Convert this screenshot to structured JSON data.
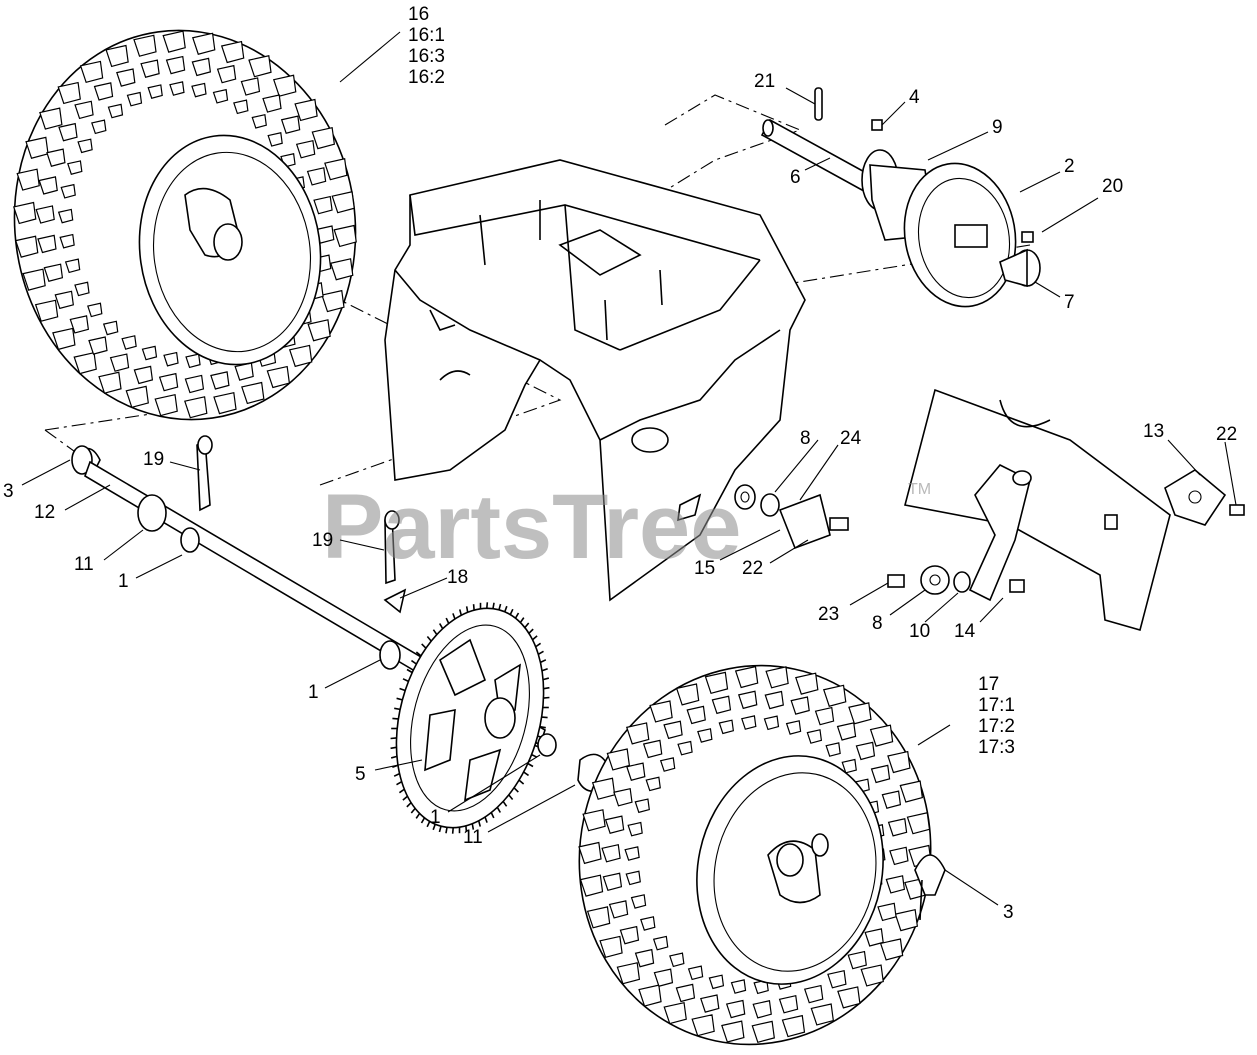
{
  "watermark": {
    "text": "PartsTree",
    "trademark": "TM"
  },
  "callouts": {
    "c16": "16",
    "c16_1": "16:1",
    "c16_3": "16:3",
    "c16_2": "16:2",
    "c21": "21",
    "c4": "4",
    "c9": "9",
    "c6": "6",
    "c2": "2",
    "c20": "20",
    "c7": "7",
    "c13": "13",
    "c22a": "22",
    "c19a": "19",
    "c3a": "3",
    "c12": "12",
    "c11a": "11",
    "c1a": "1",
    "c8a": "8",
    "c24": "24",
    "c15": "15",
    "c22b": "22",
    "c19b": "19",
    "c18": "18",
    "c23": "23",
    "c8b": "8",
    "c10": "10",
    "c14": "14",
    "c1b": "1",
    "c17": "17",
    "c17_1": "17:1",
    "c17_2": "17:2",
    "c17_3": "17:3",
    "c5": "5",
    "c1c": "1",
    "c11b": "11",
    "c3b": "3"
  },
  "colors": {
    "ink": "#000000",
    "paper": "#ffffff",
    "watermark": "#8a8a8a"
  }
}
